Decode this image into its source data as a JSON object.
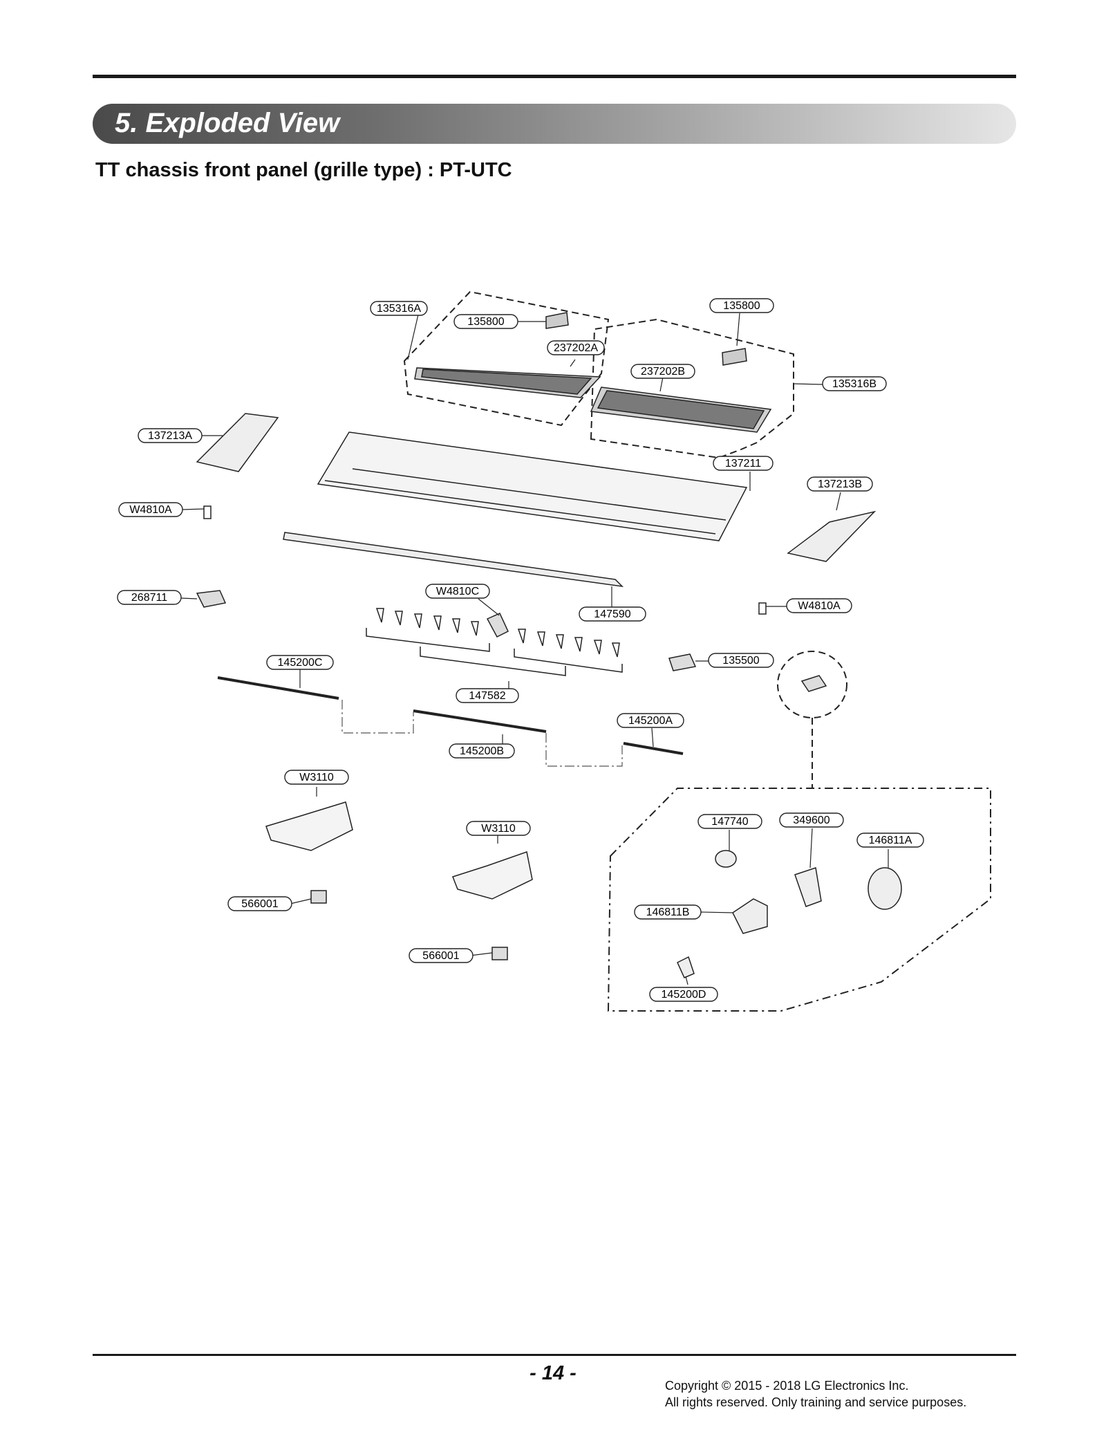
{
  "header": {
    "section_title": "5. Exploded View",
    "subtitle": "TT chassis front panel (grille type) : PT-UTC"
  },
  "diagram": {
    "callouts": [
      "135316A",
      "135800",
      "237202A",
      "135800",
      "237202B",
      "135316B",
      "137213A",
      "137211",
      "137213B",
      "W4810A",
      "268711",
      "W4810C",
      "147590",
      "W4810A",
      "145200C",
      "147582",
      "135500",
      "145200A",
      "145200B",
      "W3110",
      "W3110",
      "566001",
      "566001",
      "147740",
      "349600",
      "146811A",
      "146811B",
      "145200D"
    ]
  },
  "footer": {
    "page_number": "- 14 -",
    "copyright_line1": "Copyright © 2015 - 2018 LG Electronics Inc.",
    "copyright_line2": "All rights reserved. Only training and service purposes."
  }
}
